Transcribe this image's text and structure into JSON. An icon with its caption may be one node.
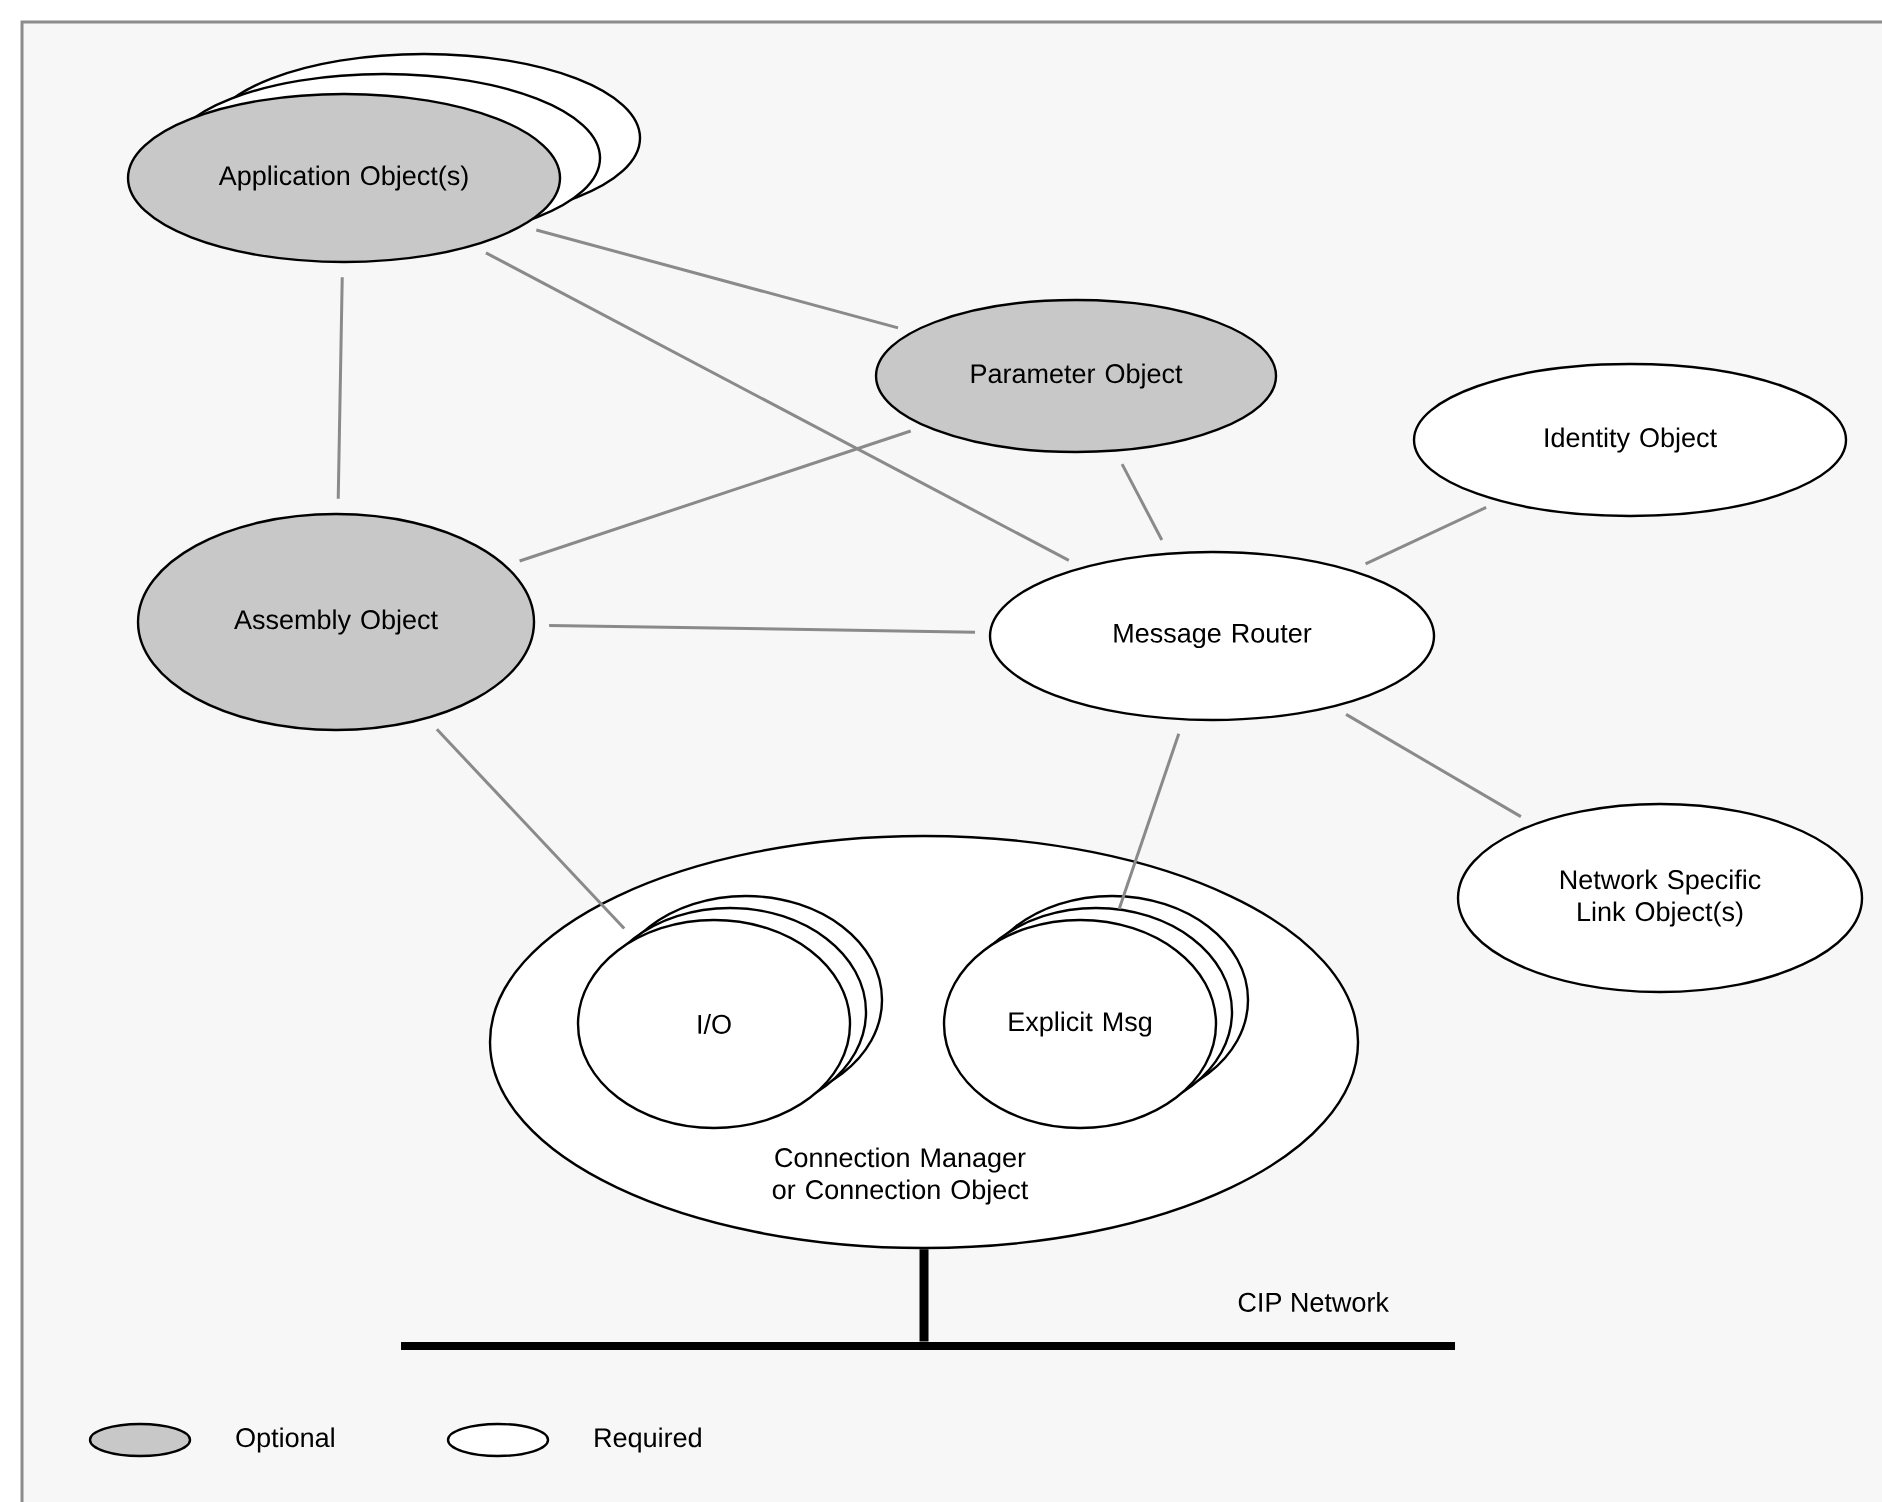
{
  "diagram": {
    "nodes": [
      {
        "text": [
          "Application Object(s)"
        ]
      },
      {
        "text": [
          "Parameter Object"
        ]
      },
      {
        "text": [
          "Identity Object"
        ]
      },
      {
        "text": [
          "Assembly Object"
        ]
      },
      {
        "text": [
          "Message Router"
        ]
      },
      {
        "text": [
          "Connection Manager or Connection Object"
        ]
      },
      {
        "text": [
          "I/O"
        ],
        "in": 5
      },
      {
        "text": [
          "Explicit Msg"
        ],
        "in": 5
      },
      {
        "text": [
          "Network Specific Link Object(s)"
        ]
      },
      {
        "text": [],
        "shape": "bar",
        "beside": [
          "CIP Network"
        ]
      }
    ],
    "edges": [
      {
        "from": 0,
        "to": 3,
        "arrow": "none"
      },
      {
        "from": 0,
        "to": 1,
        "arrow": "none"
      },
      {
        "from": 0,
        "to": 4,
        "arrow": "none"
      },
      {
        "from": 1,
        "to": 3,
        "arrow": "none"
      },
      {
        "from": 1,
        "to": 4,
        "arrow": "none"
      },
      {
        "from": 3,
        "to": 4,
        "arrow": "none"
      },
      {
        "from": 4,
        "to": 2,
        "arrow": "none"
      },
      {
        "from": 4,
        "to": 8,
        "arrow": "none"
      },
      {
        "from": 3,
        "to": 6,
        "arrow": "none"
      },
      {
        "from": 4,
        "to": 7,
        "arrow": "none"
      },
      {
        "from": 5,
        "to": 9,
        "arrow": "none",
        "style": "thick",
        "color": "#000000"
      }
    ],
    "legend": [
      {
        "text": "Optional",
        "color": "#c8c8c8"
      },
      {
        "text": "Required",
        "color": "#ffffff"
      }
    ]
  }
}
